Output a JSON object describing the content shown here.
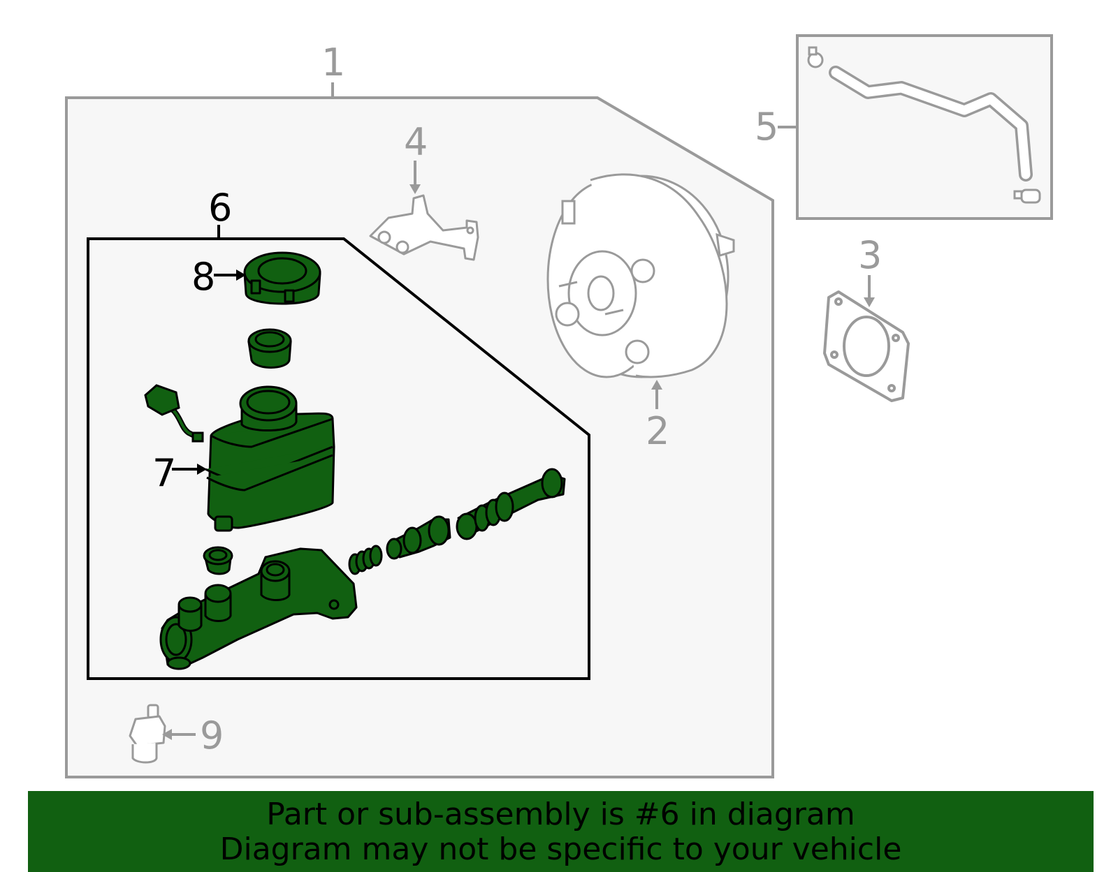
{
  "callouts": {
    "c1": "1",
    "c2": "2",
    "c3": "3",
    "c4": "4",
    "c5": "5",
    "c6": "6",
    "c7": "7",
    "c8": "8",
    "c9": "9"
  },
  "banner": {
    "line1": "Part or sub-assembly is #6 in diagram",
    "line2": "Diagram may not be specific to your vehicle"
  },
  "colors": {
    "highlight": "#116011",
    "outline_gray": "#9a9a9a",
    "panel_fill": "#f7f7f7"
  }
}
